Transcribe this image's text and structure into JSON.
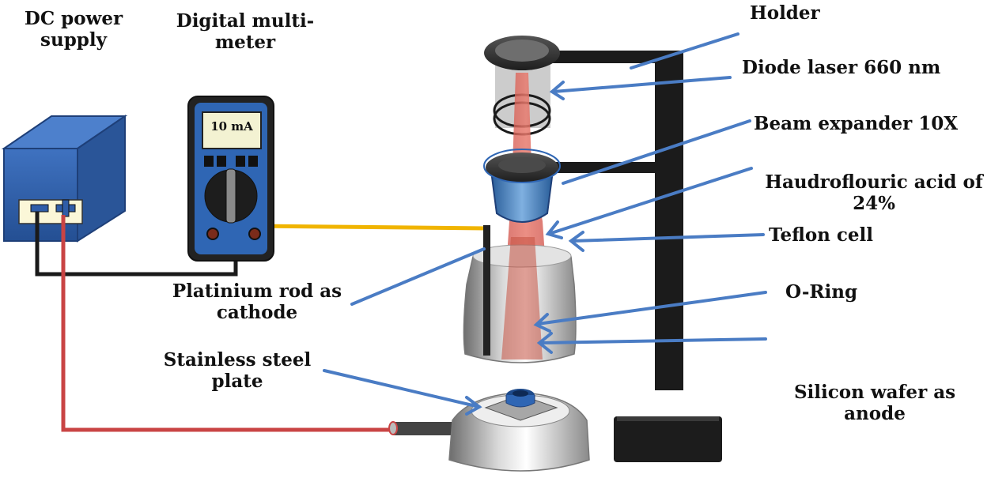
{
  "labels": {
    "dc_power_supply": [
      "DC power",
      "supply"
    ],
    "digital_multimeter": [
      "Digital multi-",
      "meter"
    ],
    "multimeter_reading": "10 mA",
    "holder": "Holder",
    "diode_laser": "Diode laser 660 nm",
    "beam_expander": "Beam expander 10X",
    "hydrofluoric_acid": [
      "Haudroflouric acid of",
      "24%"
    ],
    "teflon_cell": "Teflon cell",
    "o_ring": "O-Ring",
    "platinum_rod": [
      "Platinium rod as",
      "cathode"
    ],
    "stainless_steel_plate": [
      "Stainless steel",
      "plate"
    ],
    "silicon_wafer": [
      "Silicon wafer as",
      "anode"
    ]
  },
  "colors": {
    "pointer": "#4a7cc4",
    "power_supply_blue": "#2f5da8",
    "positive_wire": "#c94444",
    "negative_wire": "#1a1a1a",
    "probe_wire": "#f0b400",
    "laser_beam": "#d9544f"
  }
}
